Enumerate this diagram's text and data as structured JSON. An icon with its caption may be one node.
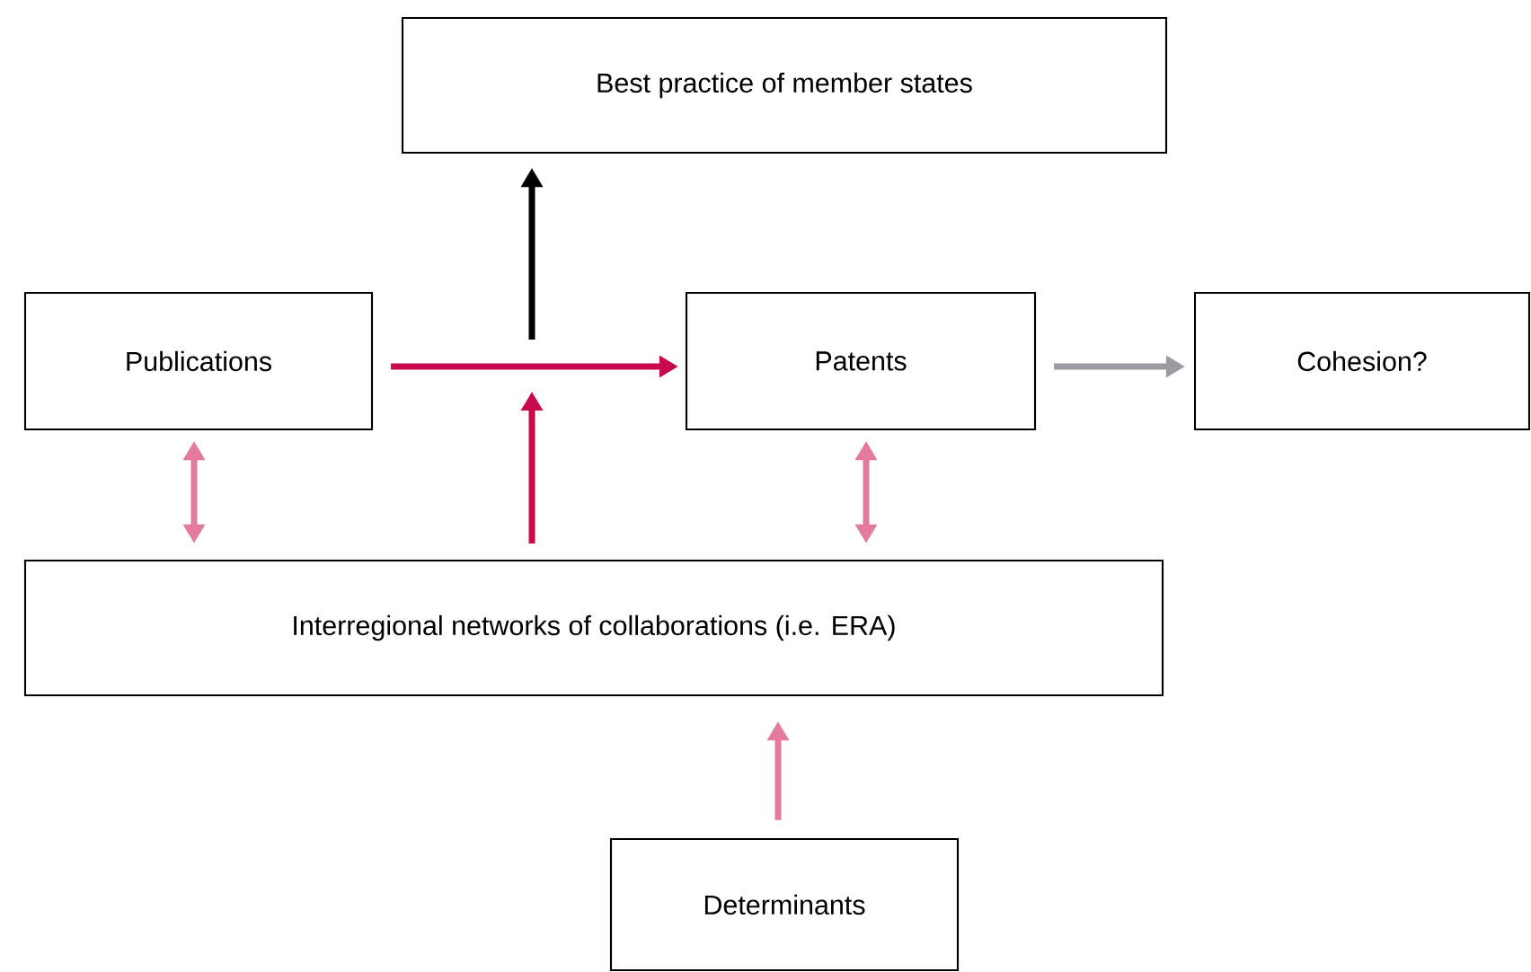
{
  "diagram": {
    "nodes": [
      {
        "text": [
          "Best practice of member states"
        ]
      },
      {
        "text": [
          "Publications"
        ]
      },
      {
        "text": [
          "Patents"
        ]
      },
      {
        "text": [
          "Cohesion?"
        ]
      },
      {
        "text": [
          "Interregional networks of collaborations (i.e. ERA)"
        ]
      },
      {
        "text": [
          "Determinants"
        ]
      }
    ],
    "edges": [
      {
        "from": 1,
        "to": 2,
        "arrow": "to",
        "color": "#c8094e"
      },
      {
        "from": null,
        "to": 0,
        "arrow": "to",
        "color": "#000000"
      },
      {
        "from": 4,
        "to": null,
        "arrow": "to",
        "color": "#c8094e"
      },
      {
        "from": 2,
        "to": 3,
        "arrow": "to",
        "color": "#9b9ba1"
      },
      {
        "from": 1,
        "to": 4,
        "arrow": "both"
      },
      {
        "from": 2,
        "to": 4,
        "arrow": "both"
      },
      {
        "from": 5,
        "to": 4,
        "arrow": "to"
      }
    ]
  }
}
